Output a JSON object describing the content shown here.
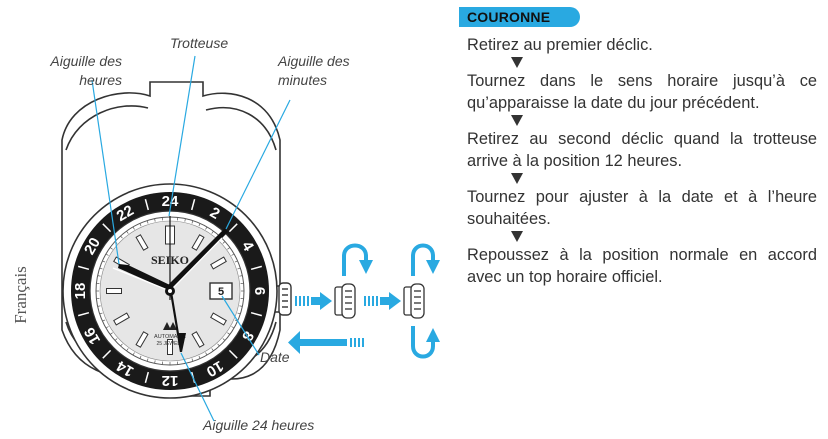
{
  "language_tab": "Français",
  "labels": {
    "hour_hand": "Aiguille des heures",
    "seconds_hand": "Trotteuse",
    "minute_hand": "Aiguille des minutes",
    "date": "Date",
    "hand_24h": "Aiguille 24 heures"
  },
  "watch": {
    "brand": "SEIKO",
    "dial_line1": "AUTOMATIC",
    "dial_line2": "25 JEWELS",
    "date_window": "5",
    "bezel_numbers": [
      "24",
      "2",
      "4",
      "6",
      "8",
      "10",
      "12",
      "14",
      "16",
      "18",
      "20",
      "22"
    ]
  },
  "section": {
    "title": "COURONNE",
    "steps": [
      "Retirez au premier déclic.",
      "Tournez dans le sens horaire jusqu’à ce qu’apparaisse la date du jour précédent.",
      "Retirez au second déclic quand la trotteuse arrive à la position 12 heures.",
      "Tournez pour ajuster à la date et à l’heure souhaitées.",
      "Repoussez à la position normale en accord avec un top horaire officiel."
    ]
  },
  "colors": {
    "accent": "#29a9e1",
    "ink": "#333333"
  }
}
